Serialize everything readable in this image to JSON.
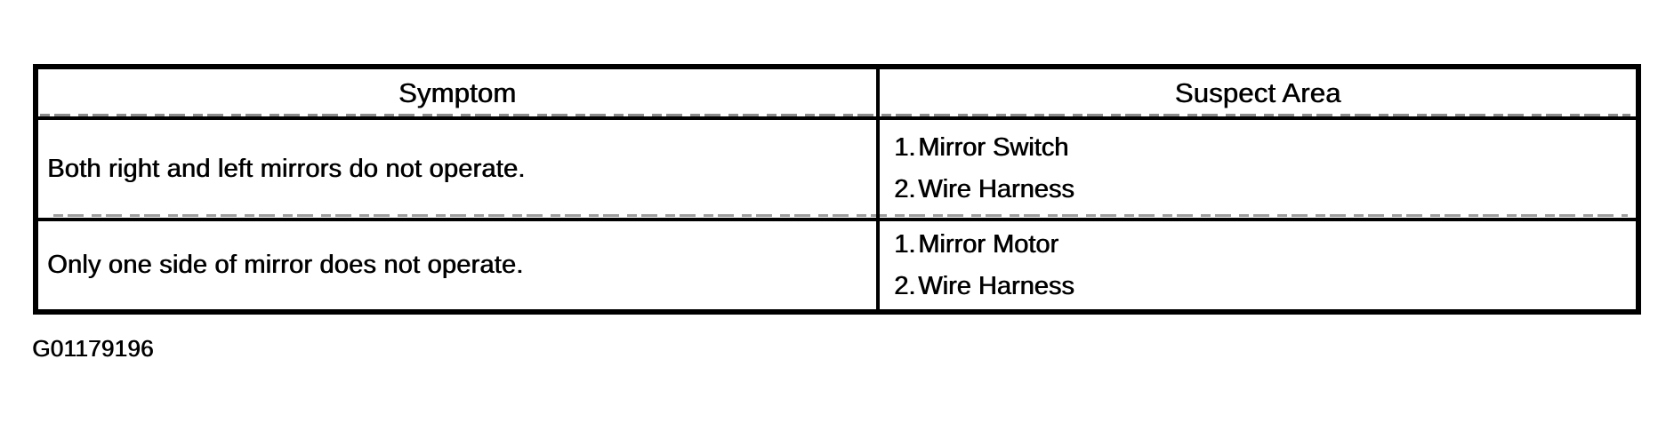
{
  "document": {
    "figure_id": "G01179196"
  },
  "table": {
    "headers": {
      "symptom": "Symptom",
      "suspect_area": "Suspect Area"
    },
    "rows": [
      {
        "symptom": "Both right and left mirrors do not operate.",
        "suspects": [
          {
            "num": "1.",
            "label": "Mirror Switch"
          },
          {
            "num": "2.",
            "label": "Wire Harness"
          }
        ]
      },
      {
        "symptom": "Only one side of mirror does not operate.",
        "suspects": [
          {
            "num": "1.",
            "label": "Mirror Motor"
          },
          {
            "num": "2.",
            "label": "Wire Harness"
          }
        ]
      }
    ]
  }
}
